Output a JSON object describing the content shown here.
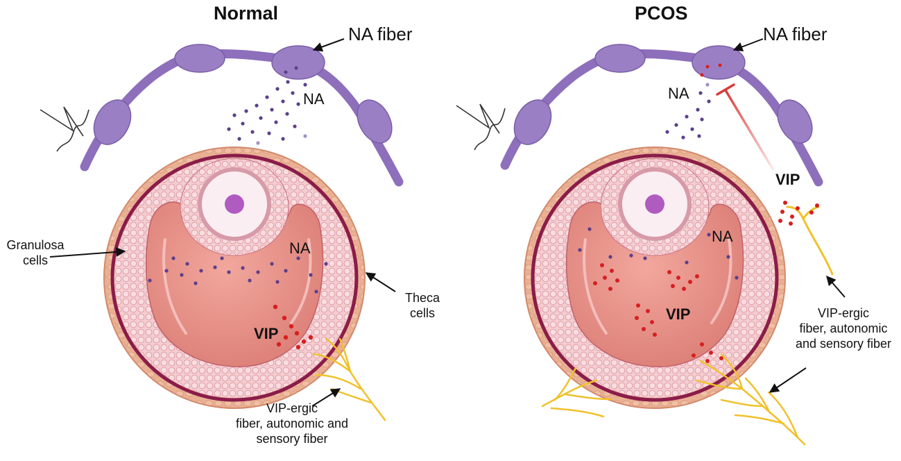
{
  "panels": [
    {
      "title": "Normal",
      "fiber_label": "NA fiber",
      "na_release_label": "NA",
      "na_follicle_label": "NA",
      "vip_label": "VIP",
      "granulosa_label": "Granulosa\ncells",
      "theca_label": "Theca\ncells",
      "vip_fiber_label": "VIP-ergic\nfiber, autonomic and\nsensory fiber"
    },
    {
      "title": "PCOS",
      "fiber_label": "NA fiber",
      "na_release_label": "NA",
      "na_follicle_label": "NA",
      "vip_label": "VIP",
      "vip_side_label": "VIP",
      "vip_fiber_label": "VIP-ergic\nfiber, autonomic\nand sensory fiber"
    }
  ],
  "colors": {
    "neuron": "#9b7fc4",
    "neuron_stroke": "#7a5ea8",
    "theca": "#e9a98a",
    "granulosa": "#f2c6cb",
    "antrum": "#e58d85",
    "oocyte_nucleus": "#b05bc0",
    "na_dot": "#5b3f8c",
    "vip_dot": "#d62020",
    "vip_fiber": "#f0c12a",
    "inhibition": "#d93a3a"
  }
}
